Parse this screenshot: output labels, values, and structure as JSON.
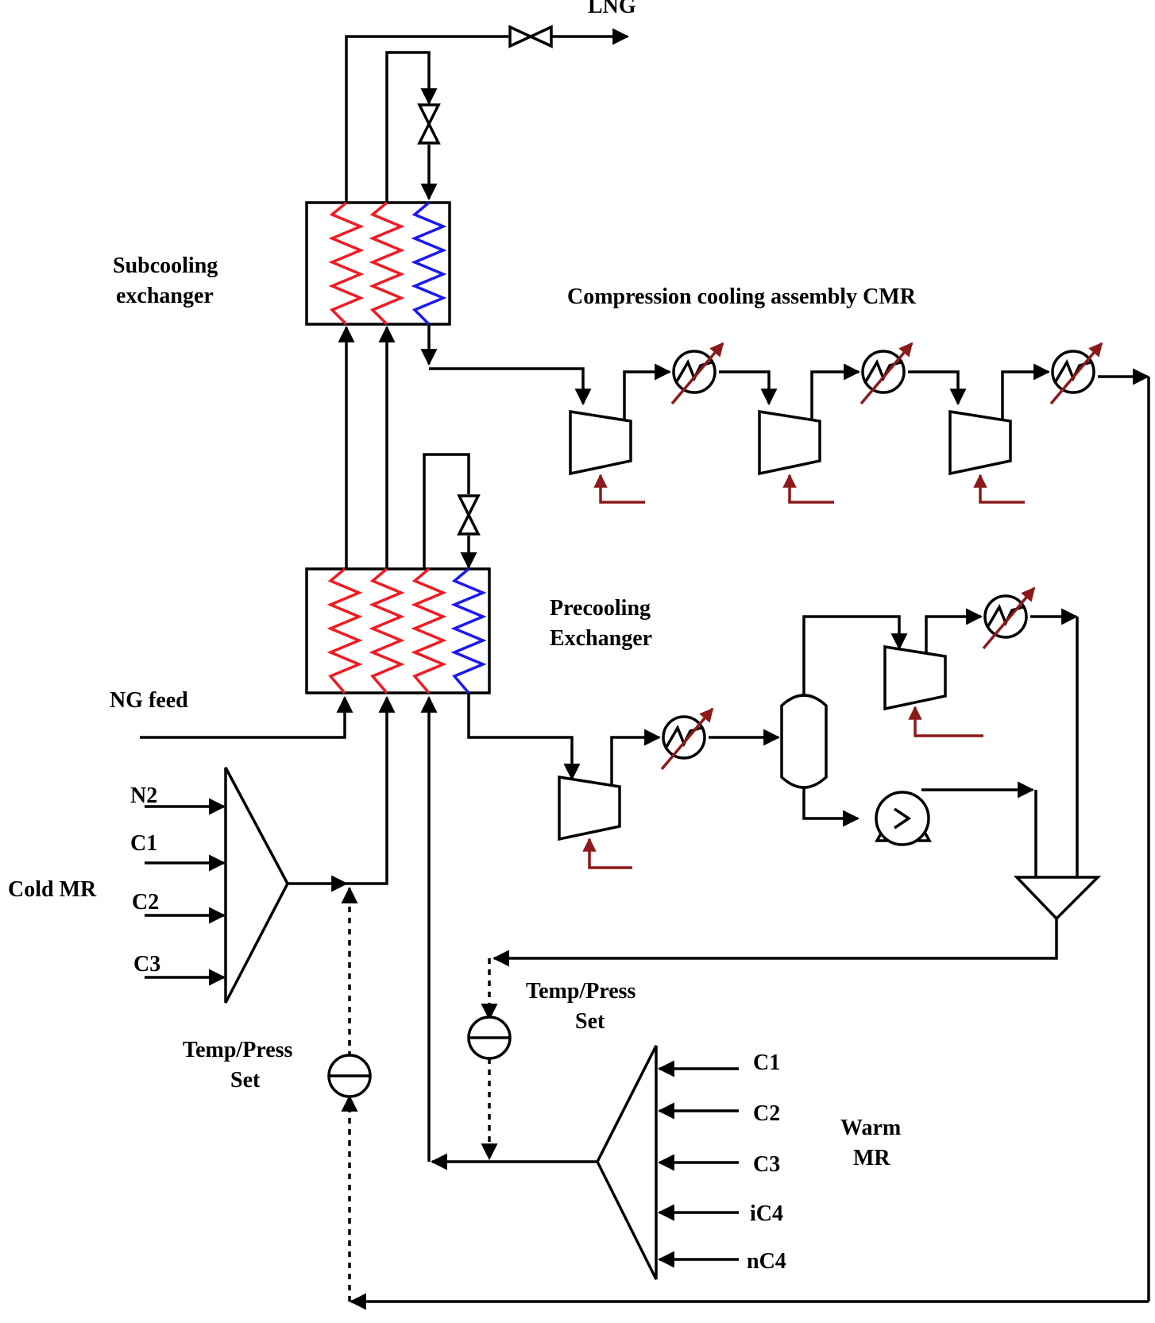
{
  "labels": {
    "lng": "LNG",
    "subcooling_line1": "Subcooling",
    "subcooling_line2": "exchanger",
    "compression_title": "Compression cooling assembly CMR",
    "precooling_line1": "Precooling",
    "precooling_line2": "Exchanger",
    "ng_feed": "NG feed",
    "cold_mr": "Cold MR",
    "cold_components": [
      "N2",
      "C1",
      "C2",
      "C3"
    ],
    "temp_press_line1": "Temp/Press",
    "temp_press_line2": "Set",
    "warm_components": [
      "C1",
      "C2",
      "C3",
      "iC4",
      "nC4"
    ],
    "warm_line1": "Warm",
    "warm_line2": "MR"
  },
  "colors": {
    "hot_stream": "#ee1c24",
    "cold_stream": "#1a1aee",
    "motor_drive": "#8b1a1a",
    "lines": "#000000"
  },
  "icons": {
    "valve": "valve-icon",
    "compressor": "compressor-icon",
    "cooler": "air-cooler-icon",
    "separator": "flash-drum-icon",
    "pump": "pump-icon",
    "mixer": "mixer-icon",
    "controller": "controller-icon"
  }
}
